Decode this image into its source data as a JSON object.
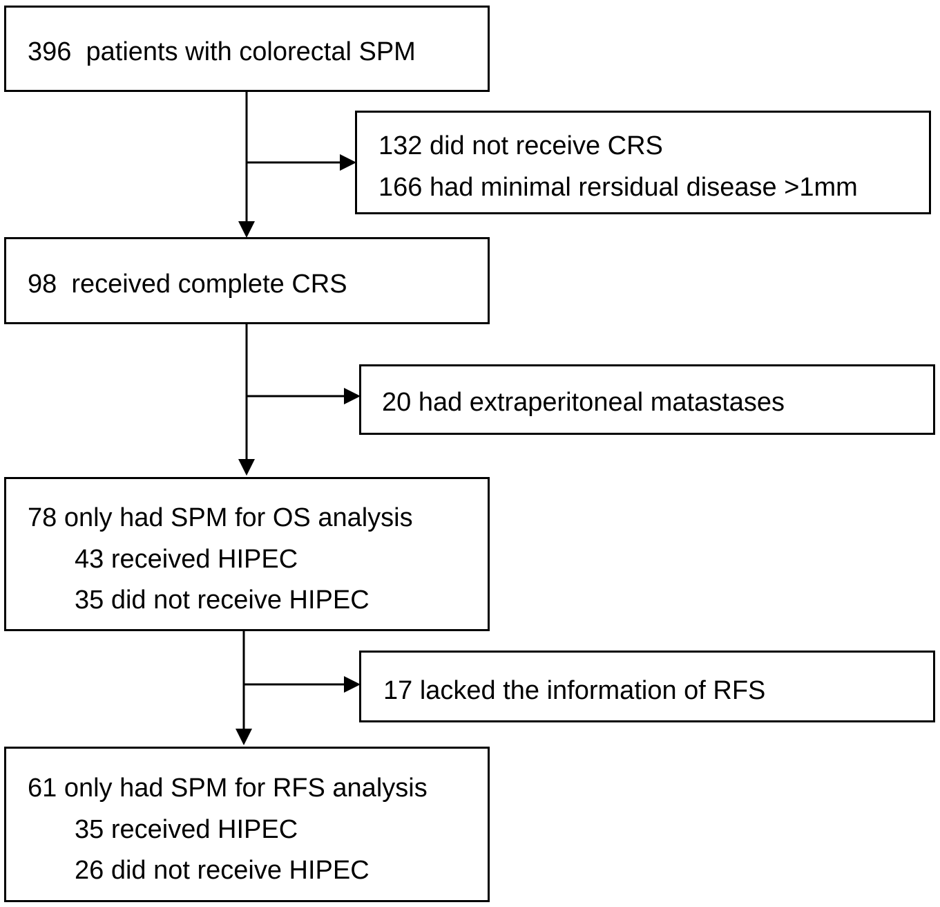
{
  "flowchart": {
    "main_steps": [
      {
        "lines": [
          "396  patients with colorectal SPM"
        ]
      },
      {
        "lines": [
          "98  received complete CRS"
        ]
      },
      {
        "lines": [
          "78 only had SPM for OS analysis",
          "43 received HIPEC",
          "35 did not receive HIPEC"
        ]
      },
      {
        "lines": [
          "61 only had SPM for RFS analysis",
          "35 received HIPEC",
          "26 did not receive HIPEC"
        ]
      }
    ],
    "exclusions": [
      {
        "lines": [
          "132 did not receive CRS",
          "166 had minimal rersidual disease >1mm"
        ]
      },
      {
        "lines": [
          "20 had extraperitoneal matastases"
        ]
      },
      {
        "lines": [
          "17 lacked the information of RFS"
        ]
      }
    ]
  }
}
